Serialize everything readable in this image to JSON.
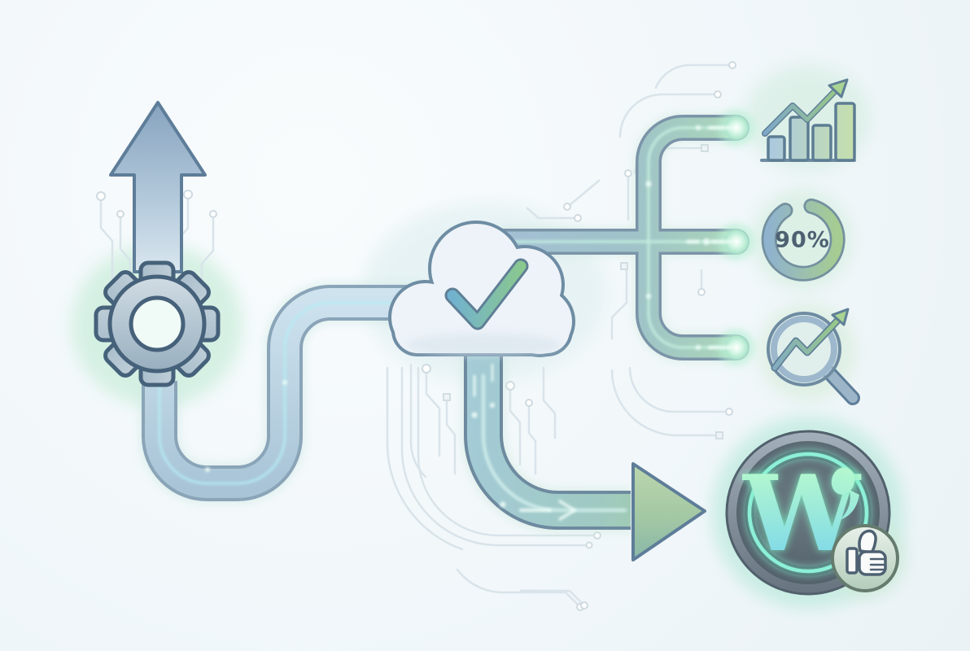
{
  "illustration": {
    "description_labels": {
      "donut_value": "90%",
      "w_letter": "W"
    }
  },
  "donut": {
    "value_label": "90%",
    "percent": 90
  },
  "w_badge": {
    "letter": "W"
  },
  "icons": [
    {
      "name": "gear-icon"
    },
    {
      "name": "up-arrow-icon"
    },
    {
      "name": "cloud-check-icon"
    },
    {
      "name": "growth-bar-chart-icon"
    },
    {
      "name": "progress-donut-icon"
    },
    {
      "name": "search-analytics-icon"
    },
    {
      "name": "flow-arrow-icon"
    },
    {
      "name": "wordpress-badge"
    },
    {
      "name": "thumbs-up-icon"
    }
  ],
  "palette": {
    "bg": "#f1f7fa",
    "pipe_blue": "#b9d2e4",
    "pipe_teal": "#a9ced8",
    "pipe_outline": "#7d98ad",
    "accent_green": "#a6cc92",
    "accent_cyan": "#9fe3ef",
    "glow_teal": "#c2ecdc",
    "slate_dark": "#4e6172",
    "badge_slate": "#57646f",
    "w_glow_green": "#8df0c8",
    "circuit_gray": "#d9e4ea",
    "text_slate": "#4e6172"
  }
}
